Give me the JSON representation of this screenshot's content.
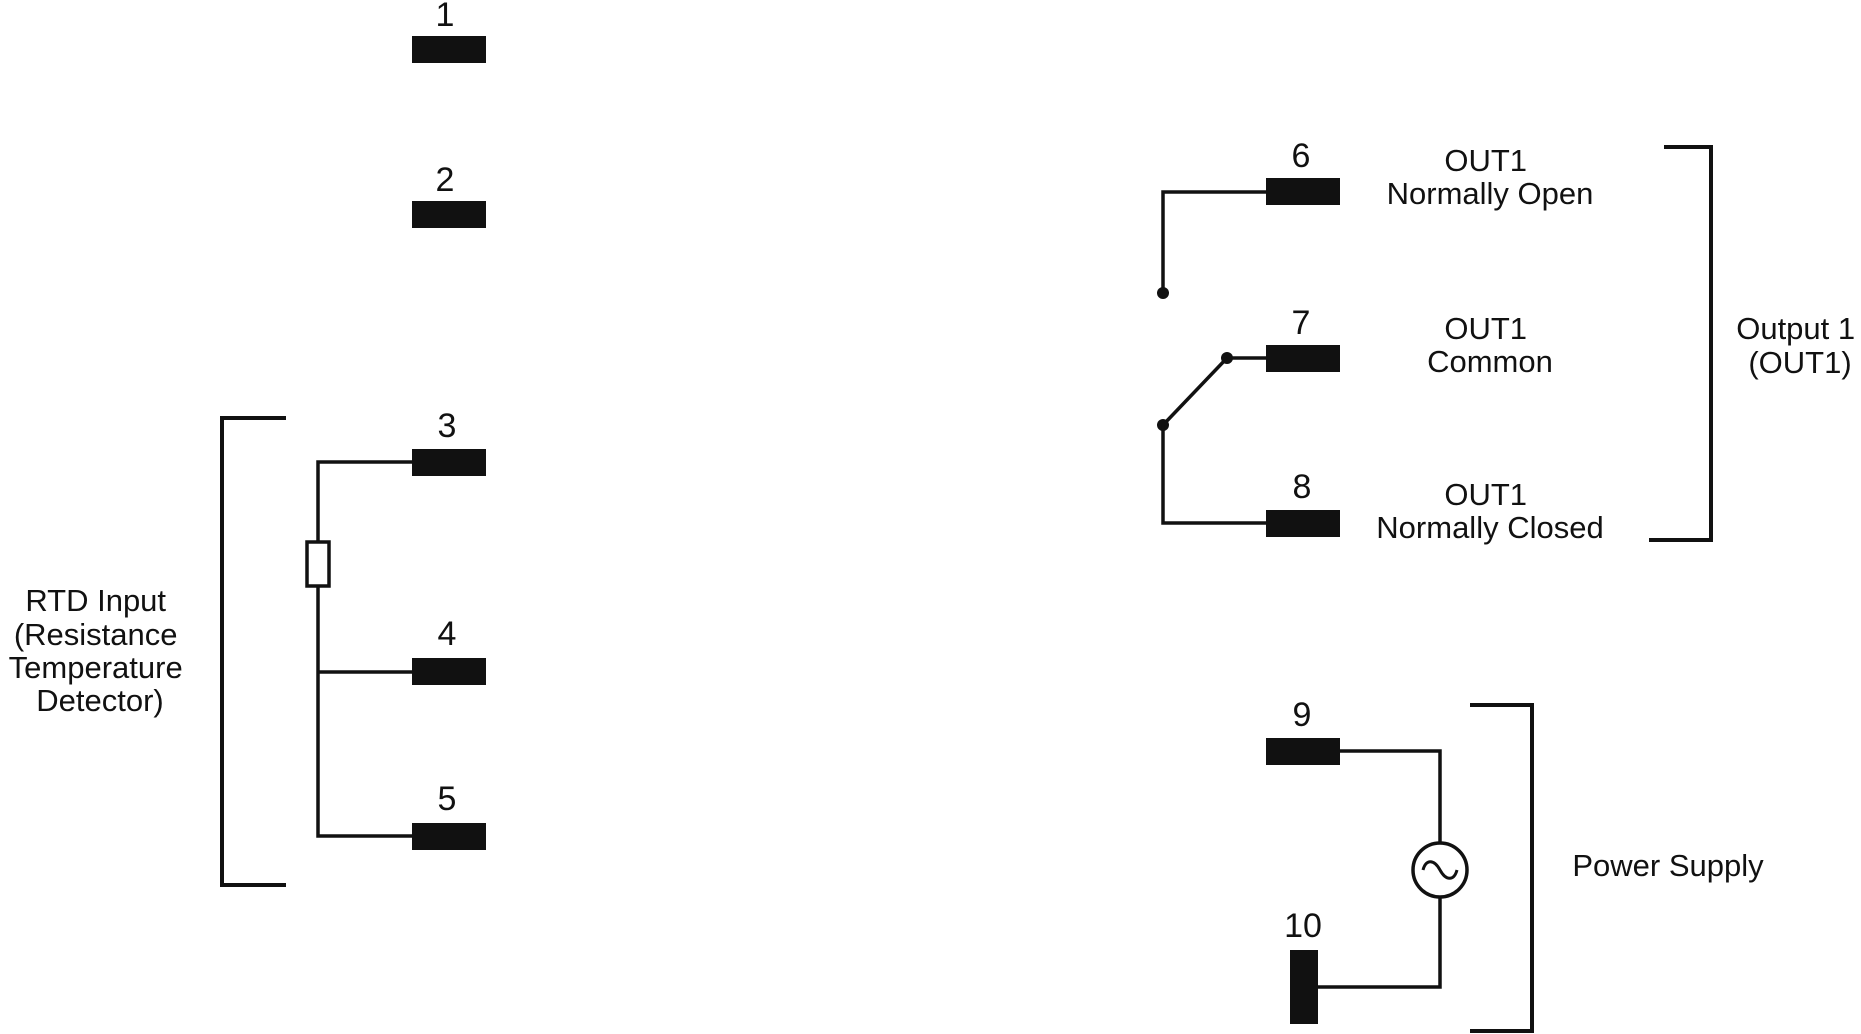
{
  "terminals": {
    "t1": "1",
    "t2": "2",
    "t3": "3",
    "t4": "4",
    "t5": "5",
    "t6": "6",
    "t7": "7",
    "t8": "8",
    "t9": "9",
    "t10": "10"
  },
  "rtd_group": {
    "lines": [
      "RTD Input",
      "(Resistance",
      "Temperature",
      "Detector)"
    ]
  },
  "output_labels": {
    "no": [
      "OUT1",
      "Normally Open"
    ],
    "common": [
      "OUT1",
      "Common"
    ],
    "nc": [
      "OUT1",
      "Normally Closed"
    ]
  },
  "output_group": {
    "lines": [
      "Output 1",
      "(OUT1)"
    ]
  },
  "power_group": {
    "label": "Power Supply"
  },
  "colors": {
    "ink": "#111111",
    "background": "#ffffff"
  },
  "icons": {
    "resistor": "resistor-icon",
    "ac_source": "ac-source-icon",
    "relay_switch": "relay-switch-icon"
  }
}
